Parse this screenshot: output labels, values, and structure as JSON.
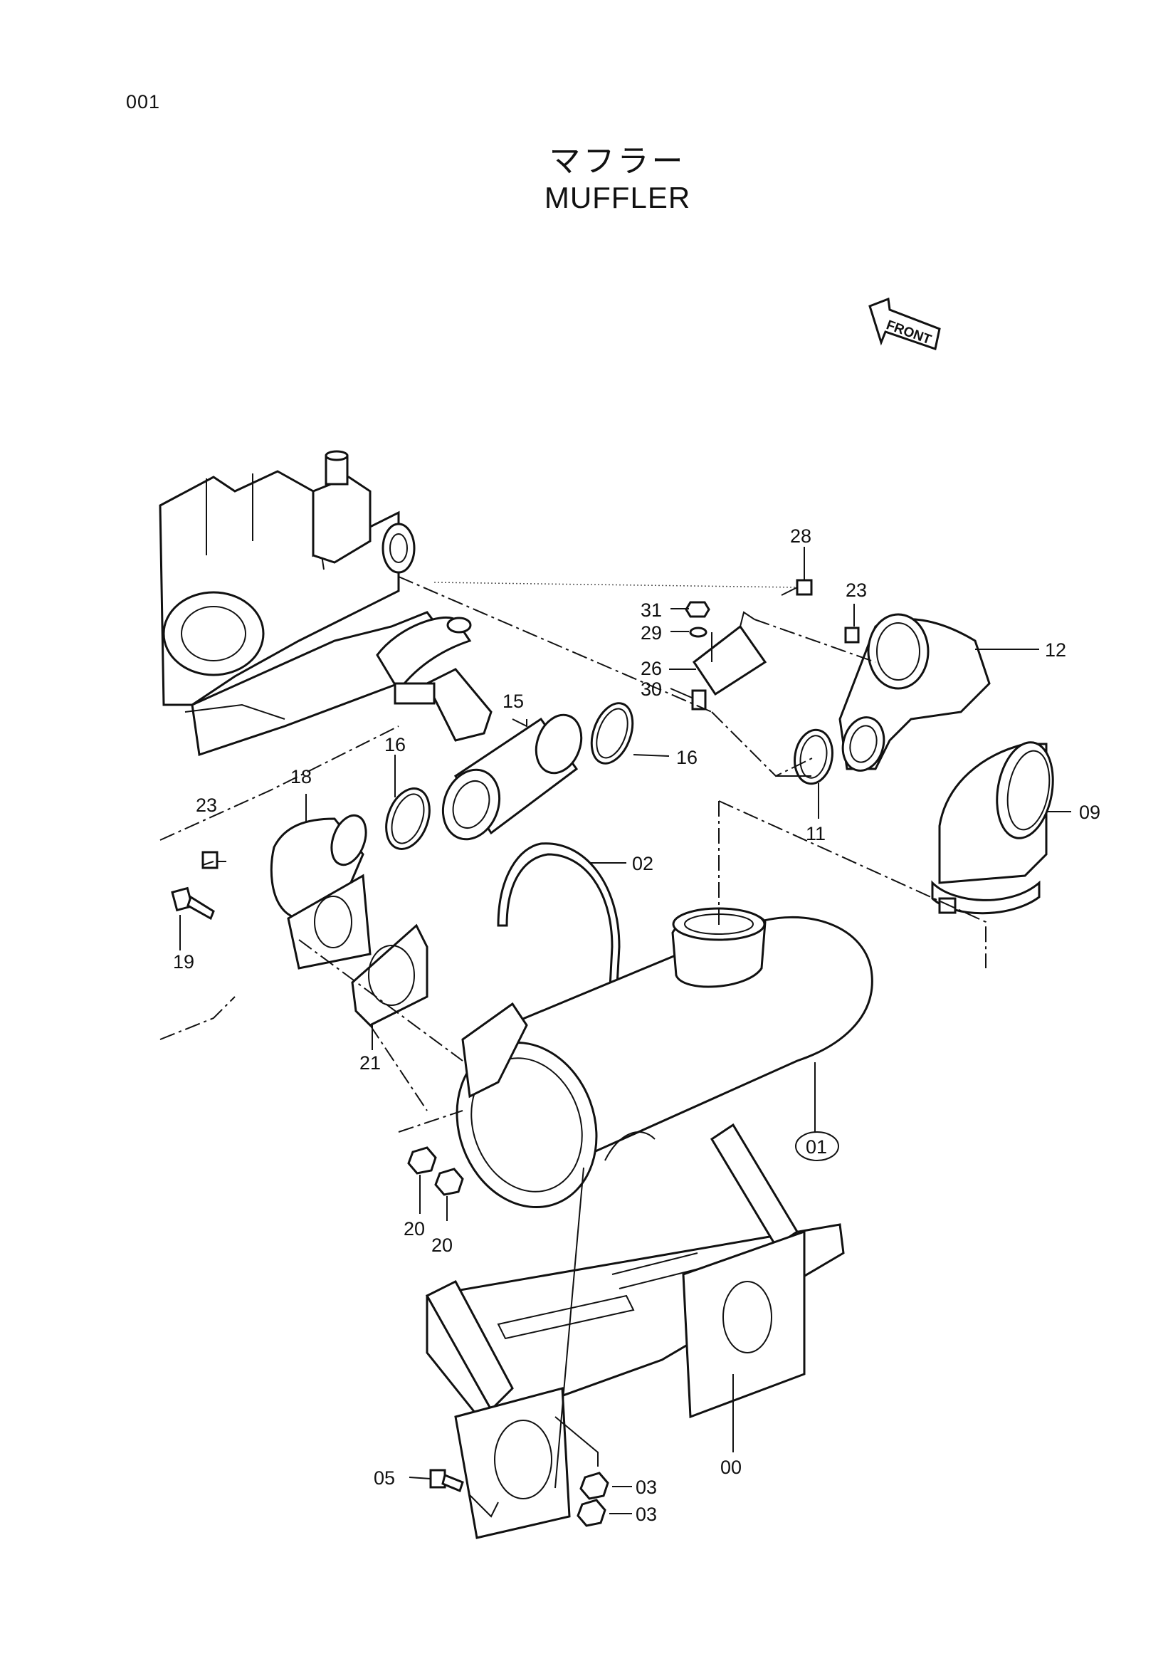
{
  "page": {
    "code": "001",
    "title_jp": "マフラー",
    "title_en": "MUFFLER"
  },
  "front_arrow": {
    "label": "FRONT"
  },
  "callouts": {
    "c00": "00",
    "c01": "01",
    "c02": "02",
    "c03a": "03",
    "c03b": "03",
    "c05": "05",
    "c09": "09",
    "c11": "11",
    "c12": "12",
    "c15": "15",
    "c16a": "16",
    "c16b": "16",
    "c18": "18",
    "c19": "19",
    "c20a": "20",
    "c20b": "20",
    "c21": "21",
    "c23a": "23",
    "c23b": "23",
    "c26": "26",
    "c28": "28",
    "c29": "29",
    "c30": "30",
    "c31": "31"
  }
}
